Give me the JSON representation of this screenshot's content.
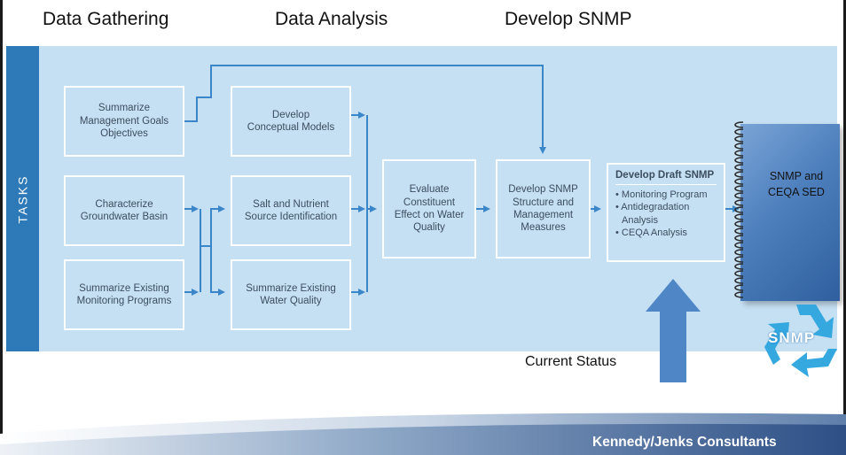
{
  "header": {
    "phases": [
      "Data Gathering",
      "Data Analysis",
      "Develop SNMP"
    ]
  },
  "sidebar": {
    "label": "TASKS"
  },
  "tasks": {
    "summarize_goals": [
      "Summarize",
      "Management Goals",
      "Objectives"
    ],
    "characterize_basin": [
      "Characterize",
      "Groundwater Basin"
    ],
    "summarize_monitoring": [
      "Summarize Existing",
      "Monitoring Programs"
    ],
    "conceptual_models": [
      "Develop",
      "Conceptual Models"
    ],
    "salt_nutrient": [
      "Salt and Nutrient",
      "Source Identification"
    ],
    "summarize_wq": [
      "Summarize Existing",
      "Water Quality"
    ],
    "evaluate_effect": [
      "Evaluate",
      "Constituent",
      "Effect on Water",
      "Quality"
    ],
    "develop_structure": [
      "Develop SNMP",
      "Structure and",
      "Management",
      "Measures"
    ]
  },
  "draft": {
    "title": "Develop Draft SNMP",
    "items": [
      "• Monitoring Program",
      "• Antidegradation",
      "  Analysis",
      "• CEQA Analysis"
    ]
  },
  "book": {
    "lines": [
      "SNMP and",
      "CEQA SED"
    ]
  },
  "logo": {
    "text": "SNMP"
  },
  "status": {
    "label": "Current Status"
  },
  "footer": {
    "company": "Kennedy/Jenks Consultants"
  },
  "colors": {
    "panel": "#c6e0f3",
    "tasks_bar": "#2e7ab8",
    "arrow": "#3b86c8",
    "status_arrow": "#4f86c6"
  }
}
